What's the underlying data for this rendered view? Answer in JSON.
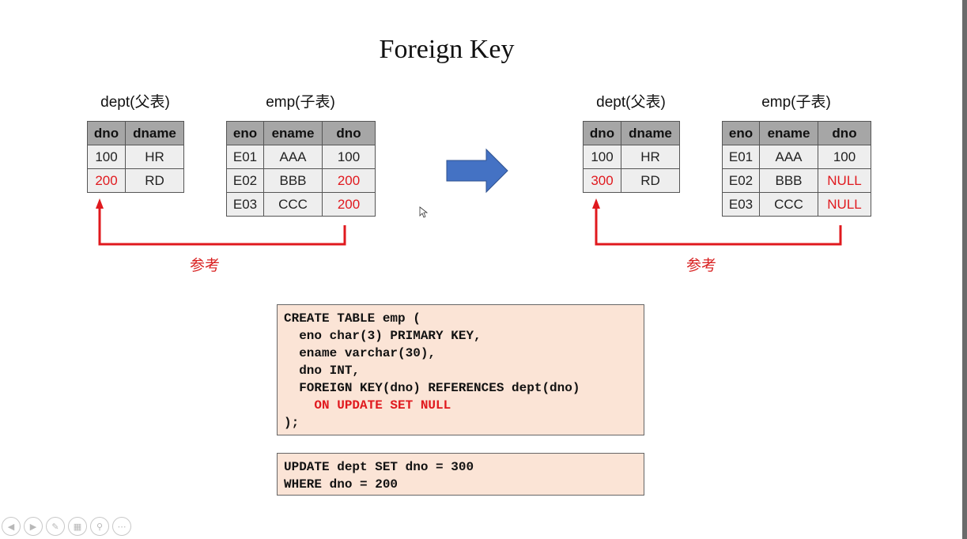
{
  "title": "Foreign Key",
  "left": {
    "dept_label": "dept(父表)",
    "emp_label": "emp(子表)",
    "dept_headers": [
      "dno",
      "dname"
    ],
    "dept_rows": [
      [
        "100",
        "HR"
      ],
      [
        "200",
        "RD"
      ]
    ],
    "emp_headers": [
      "eno",
      "ename",
      "dno"
    ],
    "emp_rows": [
      [
        "E01",
        "AAA",
        "100"
      ],
      [
        "E02",
        "BBB",
        "200"
      ],
      [
        "E03",
        "CCC",
        "200"
      ]
    ],
    "ref_label": "参考"
  },
  "right": {
    "dept_label": "dept(父表)",
    "emp_label": "emp(子表)",
    "dept_headers": [
      "dno",
      "dname"
    ],
    "dept_rows": [
      [
        "100",
        "HR"
      ],
      [
        "300",
        "RD"
      ]
    ],
    "emp_headers": [
      "eno",
      "ename",
      "dno"
    ],
    "emp_rows": [
      [
        "E01",
        "AAA",
        "100"
      ],
      [
        "E02",
        "BBB",
        "NULL"
      ],
      [
        "E03",
        "CCC",
        "NULL"
      ]
    ],
    "ref_label": "参考"
  },
  "code_create": [
    "CREATE TABLE emp (",
    "  eno char(3) PRIMARY KEY,",
    "  ename varchar(30),",
    "  dno INT,",
    "  FOREIGN KEY(dno) REFERENCES dept(dno)",
    "    ON UPDATE SET NULL",
    ");"
  ],
  "code_update": [
    "UPDATE dept SET dno = 300",
    "WHERE dno = 200"
  ],
  "colors": {
    "highlight": "#e0191e",
    "arrow": "#4472c4",
    "code_bg": "#fbe4d6",
    "header_bg": "#a6a6a6"
  },
  "nav_icons": [
    "prev-icon",
    "next-icon",
    "pen-icon",
    "slides-icon",
    "zoom-icon",
    "more-icon"
  ]
}
